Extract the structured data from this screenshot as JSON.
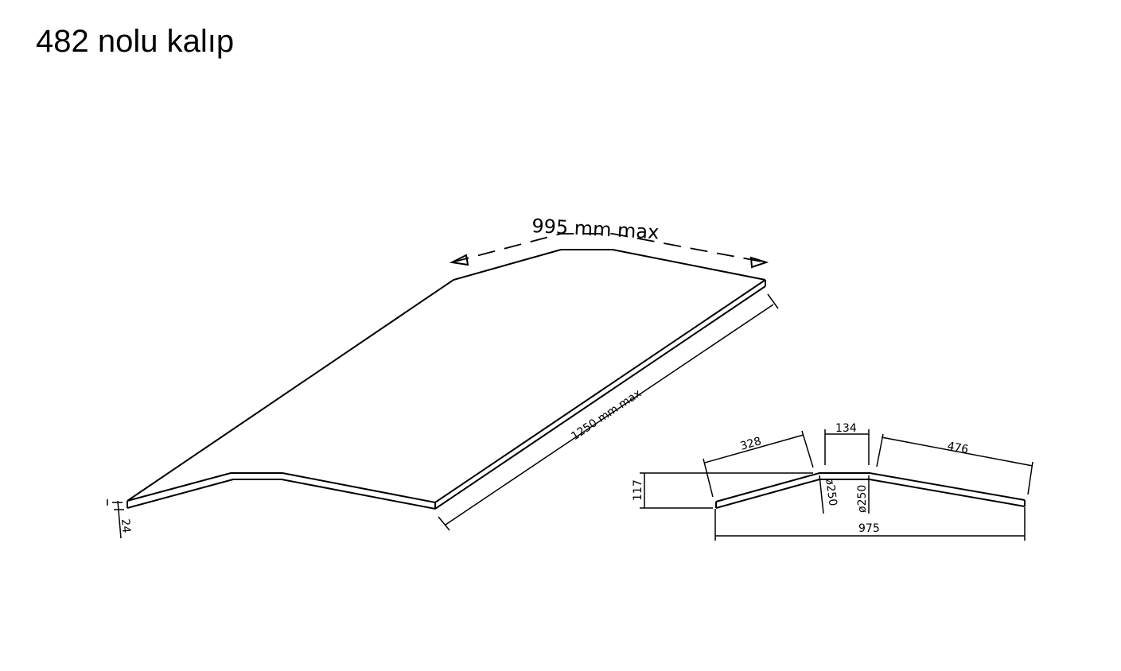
{
  "title": "482 nolu kalıp",
  "isometric": {
    "width_label": "995 mm max",
    "length_label": "1250 mm max",
    "thickness_label": "24"
  },
  "section": {
    "dim_left": "328",
    "dim_center": "134",
    "dim_right": "476",
    "dim_height": "117",
    "radius_left": "ø250",
    "radius_right": "ø250",
    "dim_total": "975"
  }
}
